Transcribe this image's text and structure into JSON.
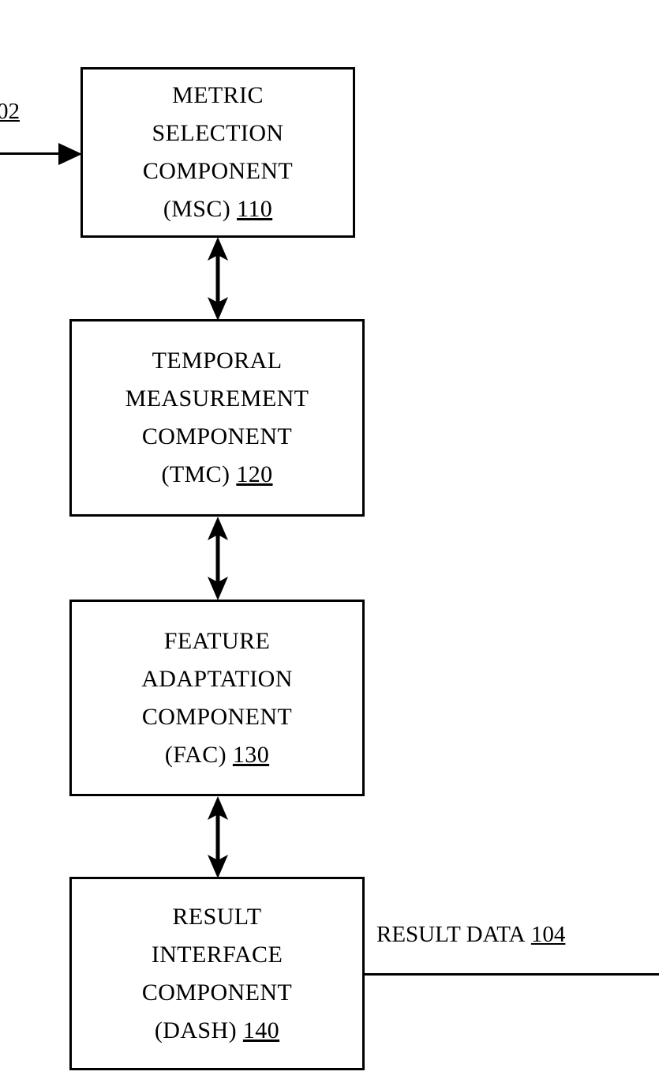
{
  "figure": {
    "type": "patent-block-diagram",
    "background_color": "#ffffff",
    "line_color": "#000000"
  },
  "blocks": [
    {
      "id": "msc",
      "lines": [
        "METRIC",
        "SELECTION",
        "COMPONENT",
        "(MSC)"
      ],
      "abbrev": "(MSC)",
      "ref": "110"
    },
    {
      "id": "tmc",
      "lines": [
        "TEMPORAL",
        "MEASUREMENT",
        "COMPONENT",
        "(TMC)"
      ],
      "abbrev": "(TMC)",
      "ref": "120"
    },
    {
      "id": "fac",
      "lines": [
        "FEATURE",
        "ADAPTATION",
        "COMPONENT",
        "(FAC)"
      ],
      "abbrev": "(FAC)",
      "ref": "130"
    },
    {
      "id": "dash",
      "lines": [
        "RESULT",
        "INTERFACE",
        "COMPONENT",
        "(DASH)"
      ],
      "abbrev": "(DASH)",
      "ref": "140"
    }
  ],
  "labels": {
    "input_ref": "02",
    "output_text": "RESULT DATA",
    "output_ref": "104"
  },
  "block_text": {
    "msc": {
      "l1": "METRIC",
      "l2": "SELECTION",
      "l3": "COMPONENT",
      "l4": "(MSC)",
      "ref": "110"
    },
    "tmc": {
      "l1": "TEMPORAL",
      "l2": "MEASUREMENT",
      "l3": "COMPONENT",
      "l4": "(TMC)",
      "ref": "120"
    },
    "fac": {
      "l1": "FEATURE",
      "l2": "ADAPTATION",
      "l3": "COMPONENT",
      "l4": "(FAC)",
      "ref": "130"
    },
    "dash": {
      "l1": "RESULT",
      "l2": "INTERFACE",
      "l3": "COMPONENT",
      "l4": "(DASH)",
      "ref": "140"
    }
  }
}
